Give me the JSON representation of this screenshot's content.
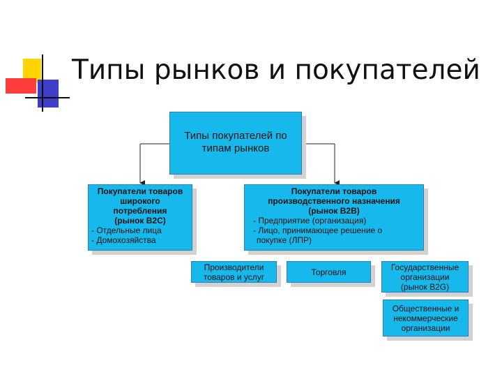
{
  "title": "Типы рынков и покупателей",
  "root": {
    "label_line1": "Типы покупателей по",
    "label_line2": "типам рынков"
  },
  "b2c": {
    "header_lines": [
      "Покупатели товаров",
      "широкого",
      "потребления",
      "(рынок В2С)"
    ],
    "items": [
      "- Отдельные лица",
      "- Домохозяйства"
    ]
  },
  "b2b": {
    "header_lines": [
      "Покупатели товаров",
      "производственного назначения",
      "(рынок В2В)"
    ],
    "items": [
      "- Предприятие (организация)",
      "- Лицо, принимающее решение о",
      "  покупке (ЛПР)"
    ]
  },
  "producers": {
    "lines": [
      "Производители",
      "товаров и услуг"
    ]
  },
  "trade": {
    "lines": [
      "Торговля"
    ]
  },
  "gov": {
    "lines": [
      "Государственные",
      "организации",
      "(рынок В2G)"
    ]
  },
  "nonprofit": {
    "lines": [
      "Общественные и",
      "некоммерческие",
      "организации"
    ]
  },
  "colors": {
    "box_fill": "#17b9ec",
    "box_border": "#2e7fb5",
    "shadow": "#d2d2d2",
    "logo_yellow": "#ffd400",
    "logo_red": "#ff3d3d",
    "logo_blue": "#3e3ec9"
  }
}
